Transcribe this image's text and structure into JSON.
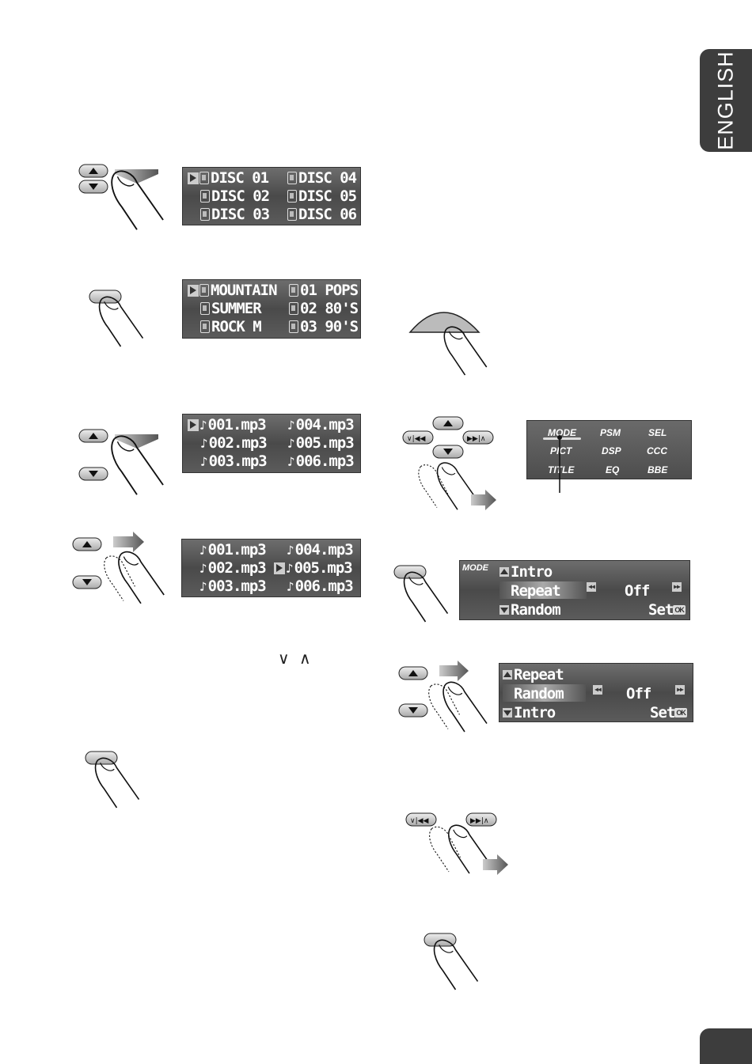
{
  "sidebar": {
    "language": "ENGLISH"
  },
  "disc_list": {
    "col1": [
      "DISC 01",
      "DISC 02",
      "DISC 03"
    ],
    "col2": [
      "DISC 04",
      "DISC 05",
      "DISC 06"
    ]
  },
  "folder_list": {
    "col1": [
      "MOUNTAIN",
      "SUMMER",
      "ROCK M"
    ],
    "col2": [
      "01 POPS",
      "02 80'S",
      "03 90'S"
    ]
  },
  "file_list_1": {
    "col1": [
      "001.mp3",
      "002.mp3",
      "003.mp3"
    ],
    "col2": [
      "004.mp3",
      "005.mp3",
      "006.mp3"
    ]
  },
  "file_list_2": {
    "col1": [
      "001.mp3",
      "002.mp3",
      "003.mp3"
    ],
    "col2": [
      "004.mp3",
      "005.mp3",
      "006.mp3"
    ]
  },
  "text_glyphs": {
    "down": "∨",
    "up": "∧"
  },
  "menu": {
    "items": [
      "MODE",
      "PSM",
      "SEL",
      "PICT",
      "DSP",
      "CCC",
      "TITLE",
      "EQ",
      "BBE"
    ]
  },
  "mode_panel_1": {
    "label": "MODE",
    "lines": [
      "Intro",
      "Repeat",
      "Random"
    ],
    "value": "Off",
    "set": "Set",
    "ok": "OK"
  },
  "mode_panel_2": {
    "lines": [
      "Repeat",
      "Random",
      "Intro"
    ],
    "value": "Off",
    "set": "Set",
    "ok": "OK"
  },
  "icons": [
    "up-button",
    "down-button",
    "select-button",
    "finger-icon",
    "arrow-right-icon",
    "control-dial-icon",
    "skip-back-button",
    "skip-forward-button"
  ],
  "colors": {
    "tab": "#3d3d3d",
    "lcd": "#555555"
  }
}
